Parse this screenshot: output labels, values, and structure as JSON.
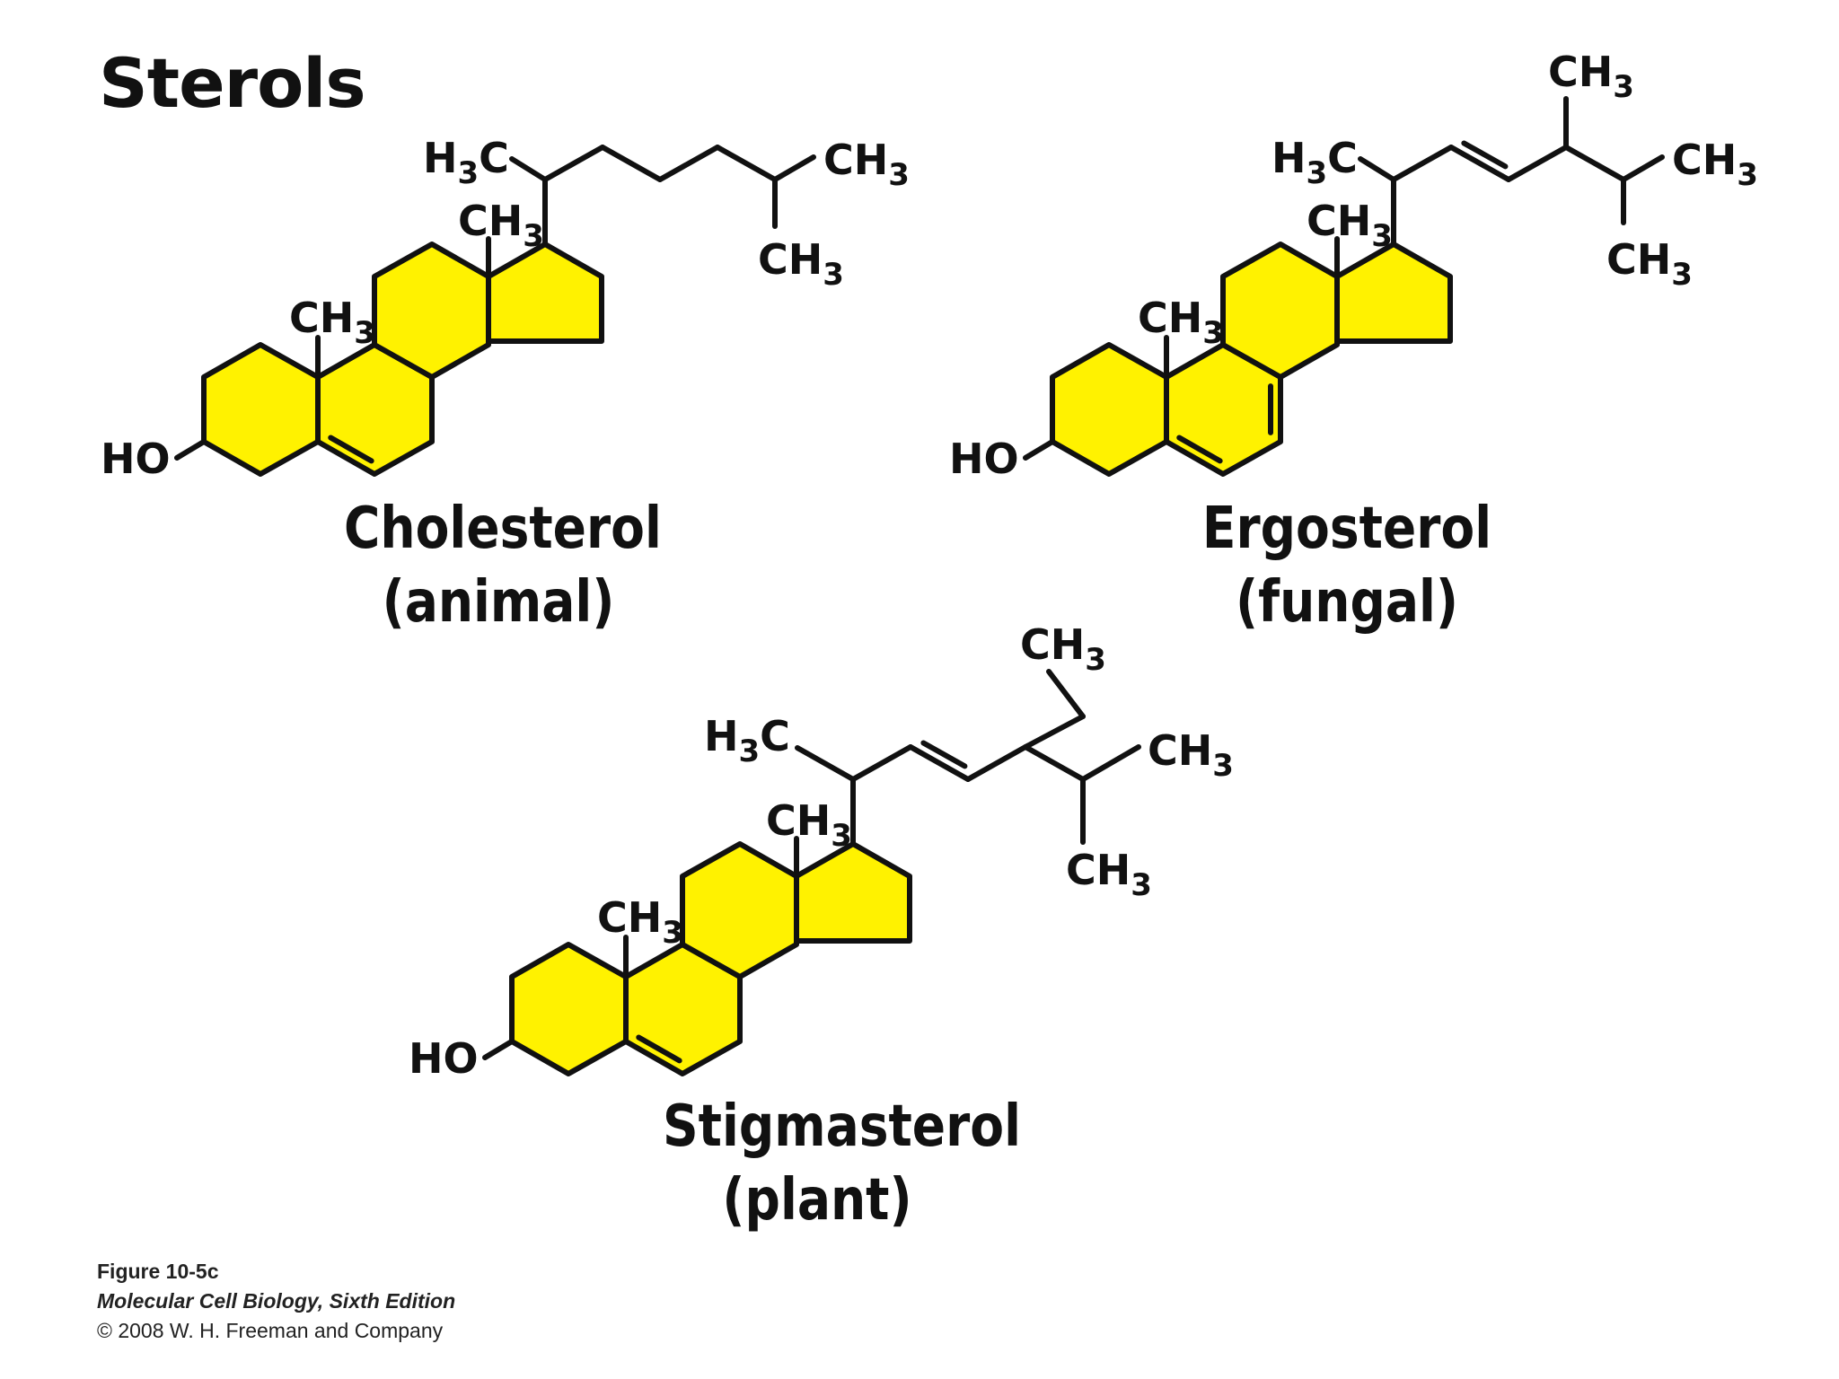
{
  "title": "Sterols",
  "colors": {
    "ring_fill": "#fff200",
    "bond": "#111111",
    "background": "#ffffff"
  },
  "molecules": [
    {
      "id": "cholesterol",
      "name": "Cholesterol",
      "source": "(animal)",
      "labels": {
        "ho": "HO",
        "h3c": "H3C",
        "ch3": "CH3"
      }
    },
    {
      "id": "ergosterol",
      "name": "Ergosterol",
      "source": "(fungal)",
      "labels": {
        "ho": "HO",
        "h3c": "H3C",
        "ch3": "CH3"
      }
    },
    {
      "id": "stigmasterol",
      "name": "Stigmasterol",
      "source": "(plant)",
      "labels": {
        "ho": "HO",
        "h3c": "H3C",
        "ch3": "CH3"
      }
    }
  ],
  "credits": {
    "figure": "Figure 10-5c",
    "book": "Molecular Cell Biology, Sixth Edition",
    "copyright": "© 2008 W. H. Freeman and Company"
  }
}
